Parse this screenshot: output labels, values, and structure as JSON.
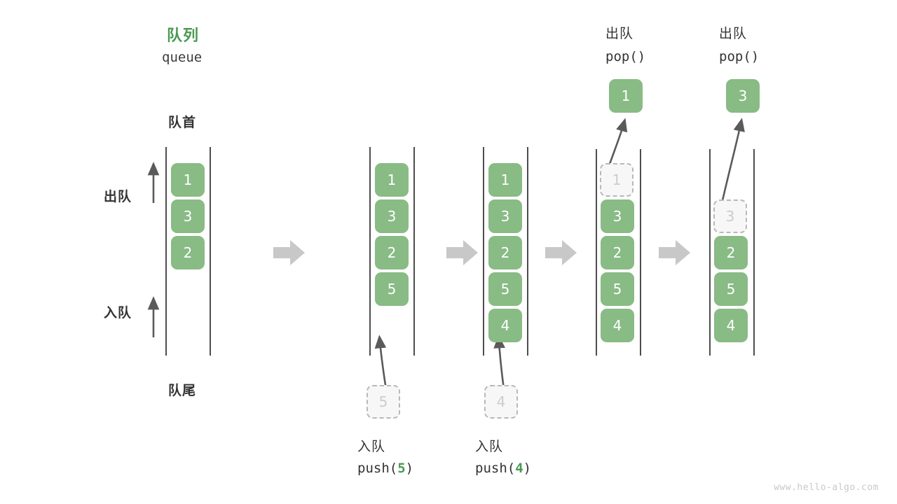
{
  "diagram": {
    "title_cn": "队列",
    "title_en": "queue",
    "front_label": "队首",
    "rear_label": "队尾",
    "dequeue_label": "出队",
    "enqueue_label": "入队",
    "watermark": "www.hello-algo.com",
    "colors": {
      "cell_green": "#89bb85",
      "title_green": "#4a9a52",
      "ghost_fill": "#f7f7f7",
      "ghost_border": "#b8b8b8",
      "ghost_text": "#cccccc",
      "rail": "#4d4d4d",
      "step_arrow": "#c8c8c8",
      "thin_arrow": "#5a5a5a",
      "text": "#333333"
    }
  },
  "steps": [
    {
      "id": "initial",
      "cells": [
        "1",
        "3",
        "2"
      ],
      "ghost_index": -1,
      "op_cn": "",
      "op_code": "",
      "op_code_arg": "",
      "detached": ""
    },
    {
      "id": "push-5",
      "cells": [
        "1",
        "3",
        "2",
        "5"
      ],
      "ghost_index": -1,
      "op_cn": "入队",
      "op_code_prefix": "push(",
      "op_code_arg": "5",
      "op_code_suffix": ")",
      "incoming": "5"
    },
    {
      "id": "push-4",
      "cells": [
        "1",
        "3",
        "2",
        "5",
        "4"
      ],
      "ghost_index": -1,
      "op_cn": "入队",
      "op_code_prefix": "push(",
      "op_code_arg": "4",
      "op_code_suffix": ")",
      "incoming": "4"
    },
    {
      "id": "pop-1",
      "cells": [
        "1",
        "3",
        "2",
        "5",
        "4"
      ],
      "ghost_index": 0,
      "op_cn": "出队",
      "op_code_prefix": "pop(",
      "op_code_arg": "",
      "op_code_suffix": ")",
      "popped": "1"
    },
    {
      "id": "pop-3",
      "cells": [
        "3",
        "2",
        "5",
        "4"
      ],
      "ghost_index": 0,
      "op_cn": "出队",
      "op_code_prefix": "pop(",
      "op_code_arg": "",
      "op_code_suffix": ")",
      "popped": "3"
    }
  ],
  "labels": {
    "pop_cn_a": "出队",
    "pop_code_a": "pop()",
    "pop_cn_b": "出队",
    "pop_code_b": "pop()",
    "push_cn_a": "入队",
    "push_code_a_pre": "push(",
    "push_code_a_arg": "5",
    "push_code_a_post": ")",
    "push_cn_b": "入队",
    "push_code_b_pre": "push(",
    "push_code_b_arg": "4",
    "push_code_b_post": ")"
  },
  "values": {
    "c1": [
      "1",
      "3",
      "2"
    ],
    "c2": [
      "1",
      "3",
      "2",
      "5"
    ],
    "c3": [
      "1",
      "3",
      "2",
      "5",
      "4"
    ],
    "c4": [
      "1",
      "3",
      "2",
      "5",
      "4"
    ],
    "c5": [
      "3",
      "2",
      "5",
      "4"
    ],
    "popped_a": "1",
    "popped_b": "3",
    "incoming_a": "5",
    "incoming_b": "4"
  }
}
